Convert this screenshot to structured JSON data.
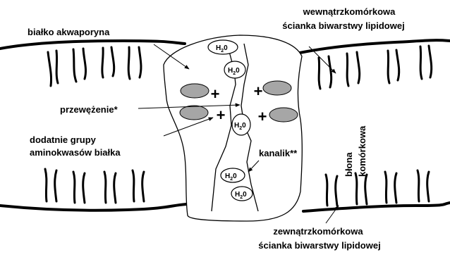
{
  "labels": {
    "aquaporin": "białko akwaporyna",
    "inner_wall_line1": "wewnątrzkomórkowa",
    "inner_wall_line2": "ścianka biwarstwy lipidowej",
    "constriction": "przewężenie*",
    "positive_groups_line1": "dodatnie grupy",
    "positive_groups_line2": "aminokwasów białka",
    "channel": "kanalik**",
    "membrane_line1": "błona",
    "membrane_line2": "komórkowa",
    "outer_wall_line1": "zewnątrzkomórkowa",
    "outer_wall_line2": "ścianka biwarstwy lipidowej"
  },
  "molecule": {
    "main": "H",
    "sub": "2",
    "tail": "0"
  },
  "charge_symbol": "+",
  "colors": {
    "ink": "#000000",
    "gray_blob": "#a6a6a6",
    "background": "#ffffff"
  }
}
